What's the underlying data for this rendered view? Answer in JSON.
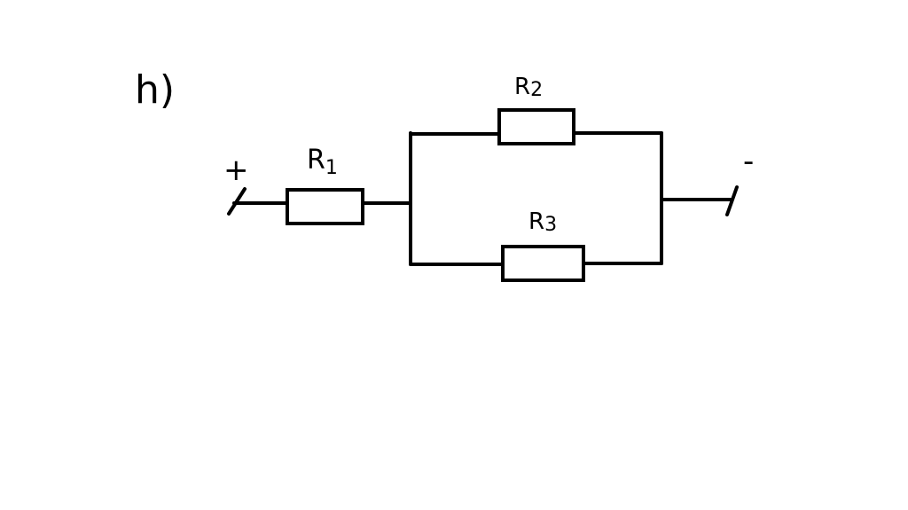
{
  "diagram": {
    "label": "h)",
    "terminals": {
      "positive": "+",
      "negative": "-"
    },
    "resistors": [
      {
        "id": "r1",
        "label": "R",
        "subscript": "1"
      },
      {
        "id": "r2",
        "label": "R",
        "subscript": "2"
      },
      {
        "id": "r3",
        "label": "R",
        "subscript": "3"
      }
    ],
    "colors": {
      "ink": "#000000",
      "background": "#ffffff"
    }
  }
}
